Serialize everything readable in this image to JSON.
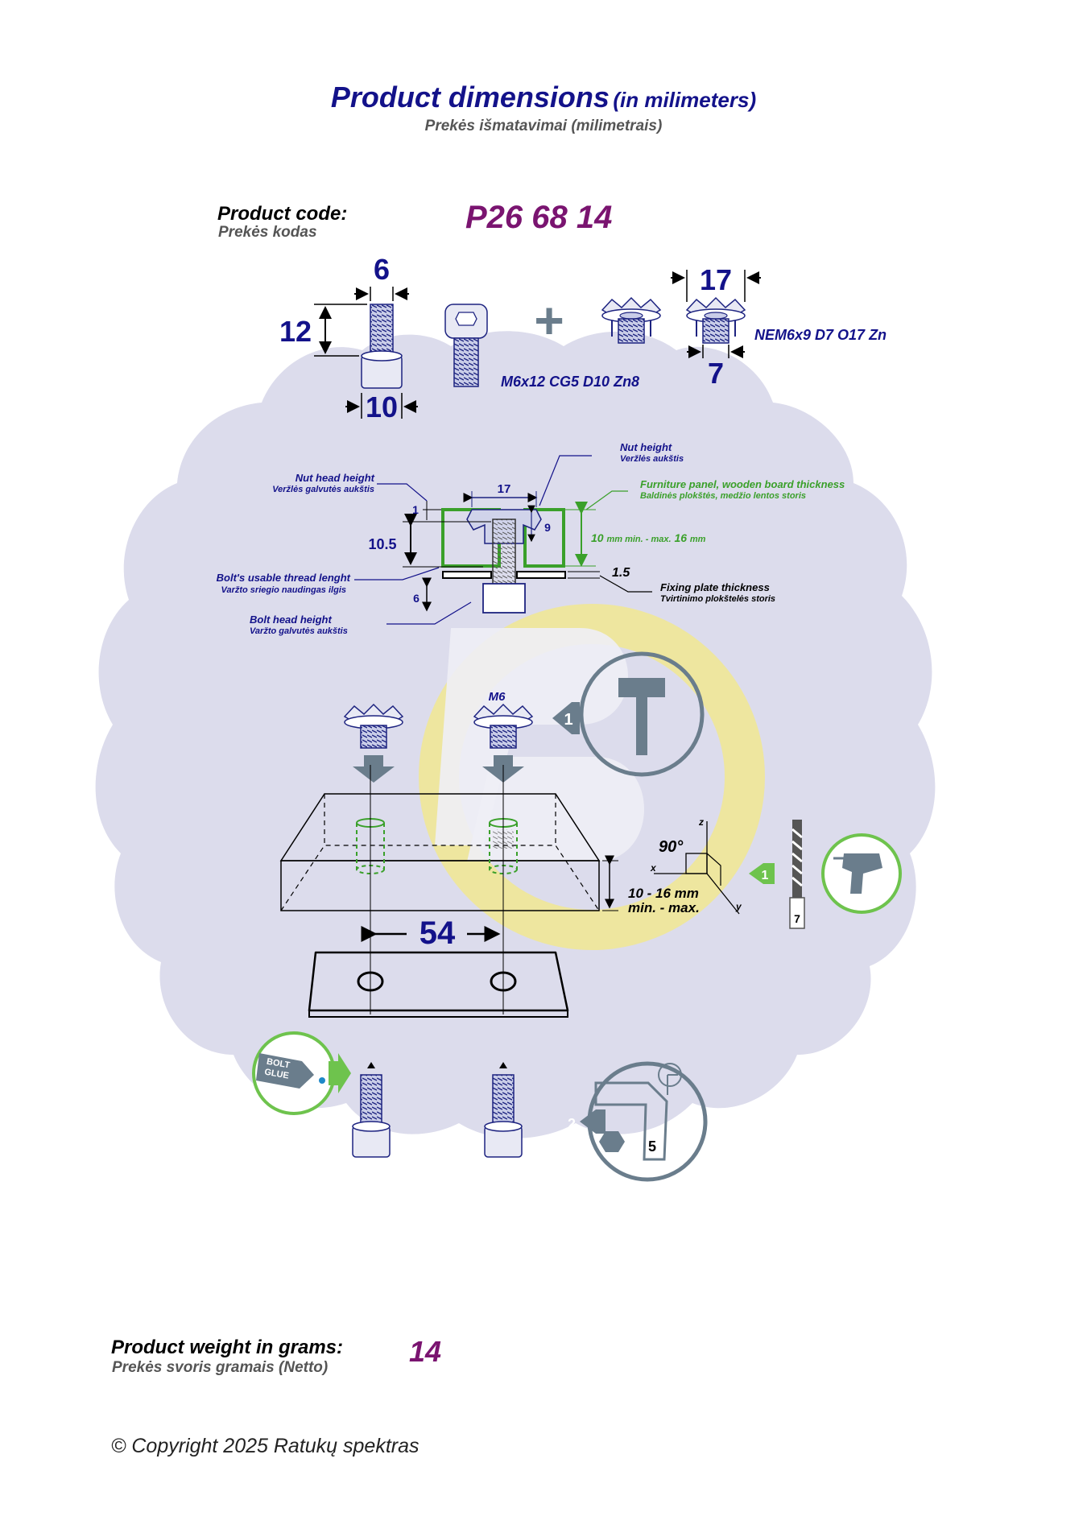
{
  "title": {
    "main": "Product dimensions",
    "unit": "(in milimeters)",
    "subtitle": "Prekės išmatavimai (milimetrais)"
  },
  "product_code": {
    "label": "Product code:",
    "sub": "Prekės kodas",
    "value": "P26 68 14"
  },
  "bolt": {
    "width": "6",
    "length": "12",
    "head": "10",
    "spec": "M6x12 CG5 D10 Zn8"
  },
  "plus": "+",
  "nut": {
    "flange": "17",
    "height": "7",
    "spec": "NEM6x9 D7 O17 Zn"
  },
  "section": {
    "nut_head_height": {
      "en": "Nut head height",
      "lt": "Veržlės galvutės aukštis",
      "value": "1"
    },
    "nut_height": {
      "en": "Nut height",
      "lt": "Veržlės aukštis",
      "value": "9"
    },
    "flange": "17",
    "panel": {
      "en": "Furniture panel, wooden board thickness",
      "lt": "Baldinės plokštės, medžio lentos storis",
      "min": "10",
      "min_text": "mm min. - max.",
      "max": "16",
      "max_unit": "mm"
    },
    "thread": {
      "en": "Bolt's usable thread lenght",
      "lt": "Varžto sriegio naudingas ilgis",
      "value": "10.5"
    },
    "plate": {
      "en": "Fixing plate thickness",
      "lt": "Tvirtinimo plokštelės storis",
      "value": "1.5"
    },
    "bolt_head": {
      "en": "Bolt head height",
      "lt": "Varžto galvutės aukštis",
      "value": "6"
    }
  },
  "assembly": {
    "nut_label": "M6",
    "angle": "90°",
    "axes": [
      "z",
      "x",
      "y"
    ],
    "board": {
      "range": "10 - 16 mm",
      "minmax": "min. - max."
    },
    "hole_spacing": "54",
    "drill_size": "7",
    "hex_key_size": "5",
    "step1": "1",
    "step2": "2",
    "glue": [
      "BOLT",
      "GLUE"
    ]
  },
  "weight": {
    "label": "Product weight in grams:",
    "sub": "Prekės svoris gramais (Netto)",
    "value": "14"
  },
  "copyright": "© Copyright 2025 Ratukų spektras",
  "colors": {
    "navy": "#13128a",
    "purple": "#7a1470",
    "green": "#3aa02a",
    "gray": "#6a7d8c",
    "blob": "#dcdcec",
    "yellow": "#f3e98c"
  }
}
